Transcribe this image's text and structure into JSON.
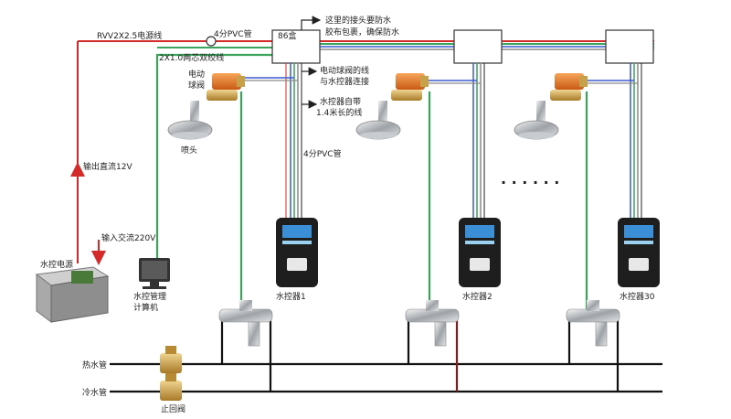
{
  "labels": {
    "power_cable": "RVV2X2.5电源线",
    "twisted_pair": "2X1.0两芯双绞线",
    "pvc_top": "4分PVC管",
    "box86": "86盒",
    "joint_note_1": "这里的接头要防水",
    "joint_note_2": "胶布包裹，确保防水",
    "valve_label_1": "电动",
    "valve_label_2": "球阀",
    "valve_wire_note_1": "电动球阀的线",
    "valve_wire_note_2": "与水控器连接",
    "controller_cable_1": "水控器自带",
    "controller_cable_2": "1.4米长的线",
    "pvc_vertical": "4分PVC管",
    "shower_head": "喷头",
    "dc_output": "输出直流12V",
    "ac_input": "输入交流220V",
    "power_supply": "水控电源",
    "computer_1": "水控管理",
    "computer_2": "计算机",
    "controller_1": "水控器1",
    "controller_2": "水控器2",
    "controller_30": "水控器30",
    "hot_pipe": "热水管",
    "cold_pipe": "冷水管",
    "check_valve": "止回阀",
    "ellipsis": "· · · · · ·"
  },
  "colors": {
    "power_line": "#d42a2a",
    "signal_line": "#3aa45a",
    "valve_orange": "#e8782a",
    "pipe": "#111111",
    "brass": "#c9a04a",
    "controller_body": "#1e1e1e",
    "lcd": "#3b8fd6"
  }
}
